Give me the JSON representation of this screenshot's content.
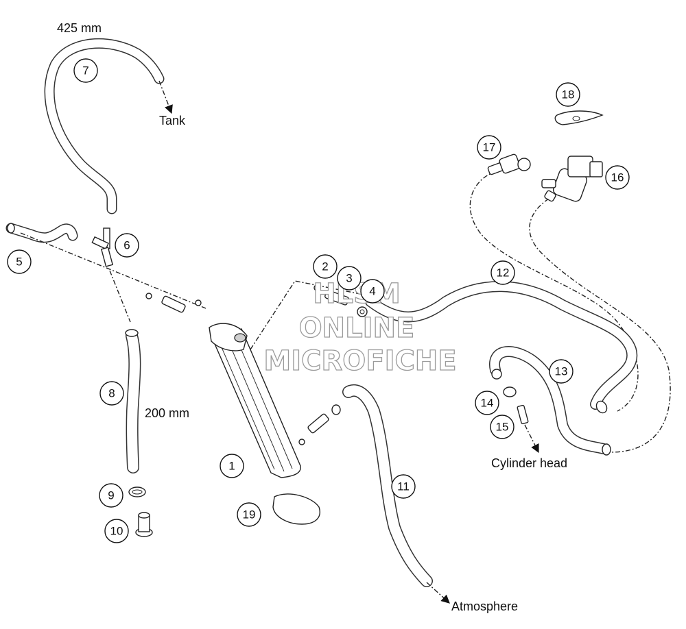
{
  "labels": {
    "len_7": "425 mm",
    "len_8": "200 mm",
    "tank": "Tank",
    "cylinder_head": "Cylinder head",
    "atmosphere": "Atmosphere"
  },
  "callouts": [
    "1",
    "2",
    "3",
    "4",
    "5",
    "6",
    "7",
    "8",
    "9",
    "10",
    "11",
    "12",
    "13",
    "14",
    "15",
    "16",
    "17",
    "18",
    "19"
  ],
  "watermark": {
    "line1": "HLSM",
    "line2": "ONLINE",
    "line3": "MICROFICHE"
  }
}
